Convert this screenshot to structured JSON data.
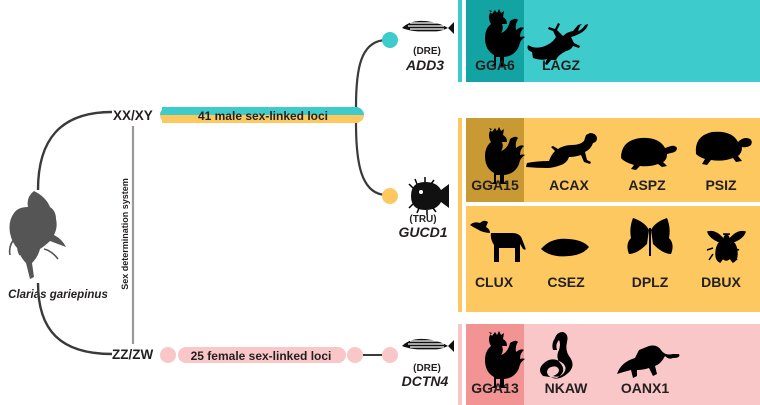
{
  "species": {
    "name": "Clarias gariepinus"
  },
  "sex_determination": {
    "axis_label": "Sex determination system",
    "male_system": "XX/XY",
    "female_system": "ZZ/ZW"
  },
  "male_loci": {
    "label": "41 male sex-linked loci"
  },
  "female_loci": {
    "label": "25 female sex-linked loci"
  },
  "colors": {
    "teal": "#3dcbcb",
    "teal_dark": "#13a3a3",
    "yellow": "#fcc85f",
    "yellow_dark": "#c99a33",
    "pink": "#f9c7c7",
    "pink_dark": "#f29494",
    "line": "#3a3a3a",
    "gray": "#9a9a9a"
  },
  "genes": {
    "add3": {
      "species_code": "(DRE)",
      "gene": "ADD3"
    },
    "gucd1": {
      "species_code": "(TRU)",
      "gene": "GUCD1"
    },
    "dctn4": {
      "species_code": "(DRE)",
      "gene": "DCTN4"
    }
  },
  "panels": {
    "teal": [
      {
        "code": "GGA6",
        "icon": "rooster-icon"
      },
      {
        "code": "LAGZ",
        "icon": "lizard-icon"
      }
    ],
    "yellow_top": [
      {
        "code": "GGA15",
        "icon": "rooster-icon"
      },
      {
        "code": "ACAX",
        "icon": "iguana-icon"
      },
      {
        "code": "ASPZ",
        "icon": "softshell-turtle-icon"
      },
      {
        "code": "PSIZ",
        "icon": "turtle-icon"
      }
    ],
    "yellow_bottom": [
      {
        "code": "CLUX",
        "icon": "dog-icon"
      },
      {
        "code": "CSEZ",
        "icon": "lancelet-icon"
      },
      {
        "code": "DPLZ",
        "icon": "butterfly-icon"
      },
      {
        "code": "DBUX",
        "icon": "fly-icon"
      }
    ],
    "pink": [
      {
        "code": "GGA13",
        "icon": "rooster-icon"
      },
      {
        "code": "NKAW",
        "icon": "cobra-icon"
      },
      {
        "code": "OANX1",
        "icon": "platypus-icon"
      }
    ]
  }
}
